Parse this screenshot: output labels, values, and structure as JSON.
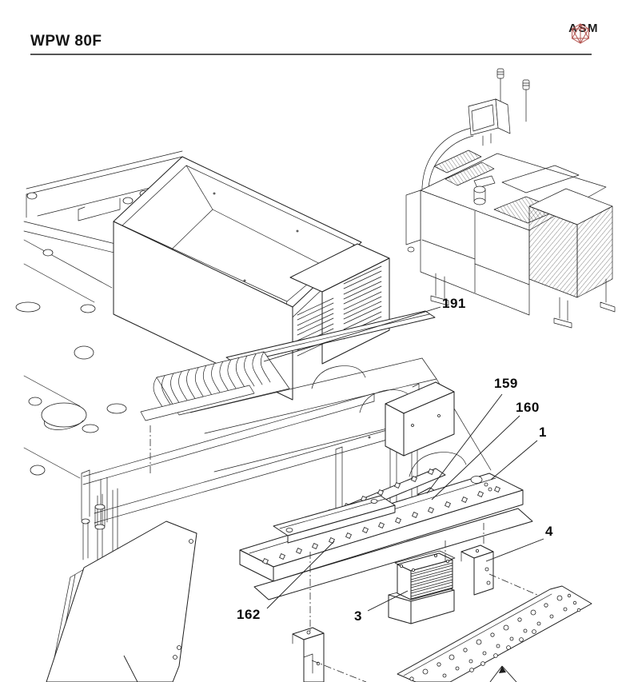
{
  "page": {
    "title": "WPW 80F"
  },
  "brand": {
    "name": "ASM"
  },
  "colors": {
    "line": "#1f1f1f",
    "logo_red": "#b35450",
    "rule_gray": "#555555"
  },
  "figure": {
    "callouts": [
      {
        "label": "191"
      },
      {
        "label": "159"
      },
      {
        "label": "160"
      },
      {
        "label": "1"
      },
      {
        "label": "4"
      },
      {
        "label": "3"
      },
      {
        "label": "162"
      }
    ]
  }
}
